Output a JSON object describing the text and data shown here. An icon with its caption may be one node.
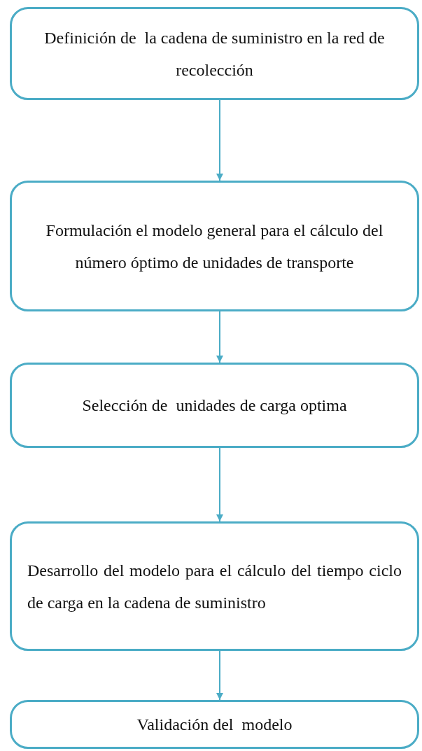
{
  "diagram": {
    "nodes": [
      {
        "text": [
          "Definición de  la cadena de suministro en la red de recolección"
        ]
      },
      {
        "text": [
          "Formulación el modelo general para el cálculo del número óptimo de unidades de transporte"
        ]
      },
      {
        "text": [
          "Selección de  unidades de carga optima"
        ]
      },
      {
        "text": [
          "Desarrollo del modelo para el cálculo del tiempo ciclo de carga en la cadena de suministro"
        ]
      },
      {
        "text": [
          "Validación del  modelo"
        ]
      }
    ],
    "edges": [
      {
        "from": 0,
        "to": 1,
        "arrow": "to"
      },
      {
        "from": 1,
        "to": 2,
        "arrow": "to"
      },
      {
        "from": 2,
        "to": 3,
        "arrow": "to"
      },
      {
        "from": 3,
        "to": 4,
        "arrow": "to"
      }
    ]
  }
}
